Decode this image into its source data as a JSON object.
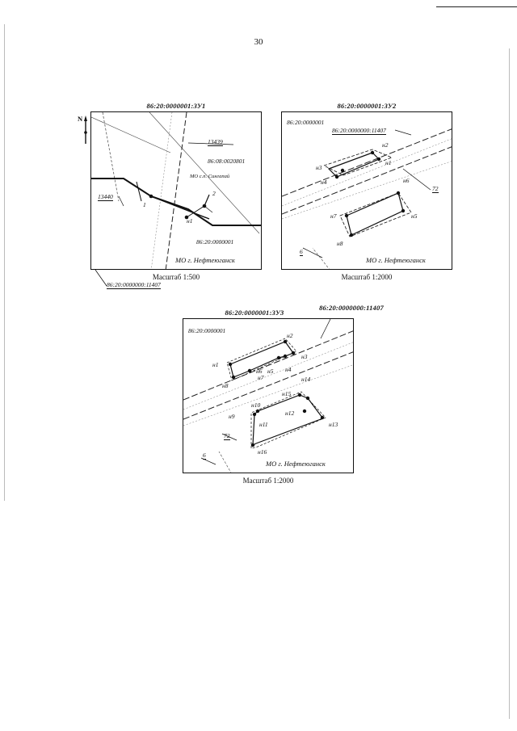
{
  "page": {
    "number": "30"
  },
  "north": {
    "letter": "N"
  },
  "map1": {
    "title": "86:20:0000001:ЗУ1",
    "scale": "Масштаб 1:500",
    "labels": {
      "l13439": "13439",
      "l13440": "13440",
      "parcel": "86:08:0020801",
      "mo_small": "МО с.п. Сингапай",
      "n1": "н1",
      "p1": "1",
      "p2": "2",
      "quarter": "86:20:0000001",
      "mo_city": "МО г. Нефтеюганск"
    },
    "callout": "86:20:0000000:11407"
  },
  "map2": {
    "title": "86:20:0000001:ЗУ2",
    "scale": "Масштаб 1:2000",
    "labels": {
      "quarter": "86:20:0000001",
      "road": "86:20:0000000:11407",
      "n1": "н1",
      "n2": "н2",
      "n3": "н3",
      "n4": "н4",
      "n5": "н5",
      "n6": "н6",
      "n7": "н7",
      "n8": "н8",
      "l72": "72",
      "l6": "6",
      "mo_city": "МО г. Нефтеюганск"
    }
  },
  "map3": {
    "title": "86:20:0000001:ЗУ3",
    "road_title": "86:20:0000000:11407",
    "scale": "Масштаб 1:2000",
    "labels": {
      "quarter": "86:20:0000001",
      "n1": "н1",
      "n2": "н2",
      "n3": "н3",
      "n4": "н4",
      "n5": "н5",
      "n6": "н6",
      "n7": "н7",
      "n8": "н8",
      "n9": "н9",
      "n10": "н10",
      "n11": "н11",
      "n12": "н12",
      "n13": "н13",
      "n14": "н14",
      "n15": "н15",
      "n16": "н16",
      "l72": "72",
      "l6": "6",
      "mo_city": "МО г. Нефтеюганск"
    }
  }
}
